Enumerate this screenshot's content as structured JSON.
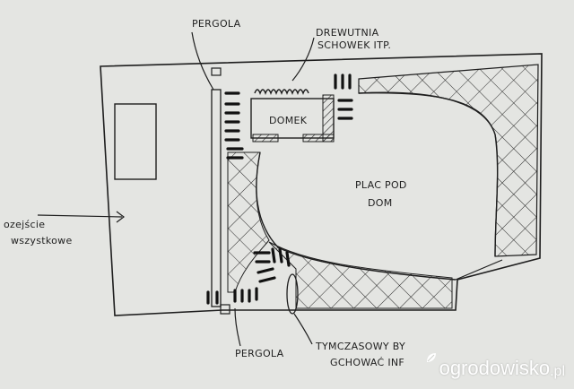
{
  "labels": {
    "pergola_top": "PERGOLA",
    "drewutnia_line1": "DREWUTNIA",
    "drewutnia_line2": "SCHOWEK ITP.",
    "domek": "DOMEK",
    "plac_line1": "PLAC POD",
    "plac_line2": "DOM",
    "wejscie_line1": "ozejście",
    "wejscie_line2": "wszystkowe",
    "pergola_bottom": "PERGOLA",
    "tymczasowy_line1": "TYMCZASOWY BY",
    "tymczasowy_line2": "GCHOWAĆ INF"
  },
  "watermark": {
    "text": "ogrodowisko",
    "suffix": ".pl",
    "icon": "leaf-icon"
  },
  "colors": {
    "paper": "#e4e5e2",
    "ink": "#1f1f1f",
    "watermark": "#ffffff"
  }
}
